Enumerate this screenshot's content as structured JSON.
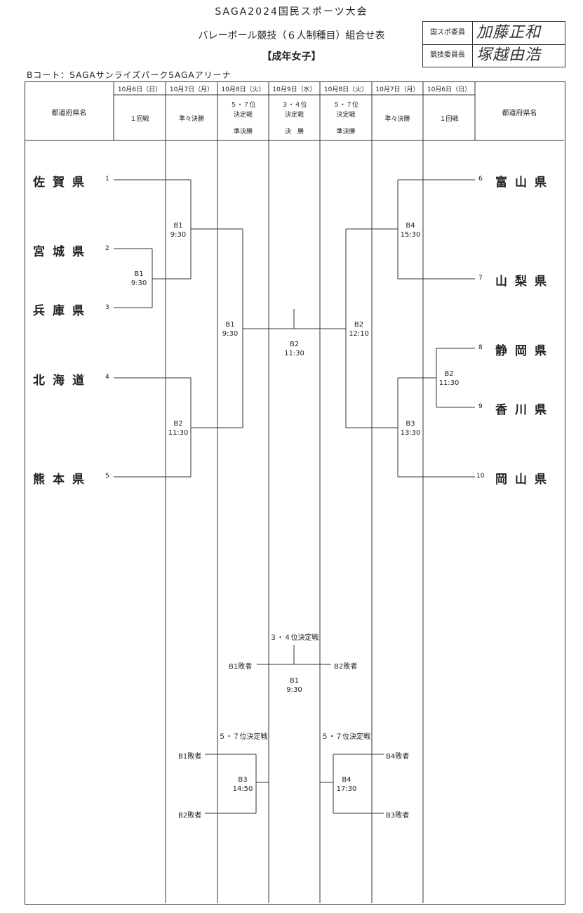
{
  "title": {
    "line1": "SAGA2024国民スポーツ大会",
    "line2": "バレーボール競技（６人制種目）組合せ表",
    "line3": "【成年女子】"
  },
  "court": "Bコート：SAGAサンライズパークSAGAアリーナ",
  "signatures": [
    {
      "label": "国スポ委員",
      "signature": "加藤正和"
    },
    {
      "label": "競技委員長",
      "signature": "塚越由浩"
    }
  ],
  "header": {
    "pref_left": "都道府県名",
    "pref_right": "都道府県名",
    "columns": [
      {
        "date": "10月6日（日）",
        "round": "１回戦"
      },
      {
        "date": "10月7日（月）",
        "round": "準々決勝"
      },
      {
        "date": "10月8日（火）",
        "round_top": "５・７位",
        "round_mid": "決定戦",
        "round": "準決勝"
      },
      {
        "date": "10月9日（水）",
        "round_top": "３・４位",
        "round_mid": "決定戦",
        "round": "決　勝"
      },
      {
        "date": "10月8日（火）",
        "round_top": "５・７位",
        "round_mid": "決定戦",
        "round": "準決勝"
      },
      {
        "date": "10月7日（月）",
        "round": "準々決勝"
      },
      {
        "date": "10月6日（日）",
        "round": "１回戦"
      }
    ]
  },
  "teams_left": [
    {
      "num": "1",
      "name": "佐賀県"
    },
    {
      "num": "2",
      "name": "宮城県"
    },
    {
      "num": "3",
      "name": "兵庫県"
    },
    {
      "num": "4",
      "name": "北海道"
    },
    {
      "num": "5",
      "name": "熊本県"
    }
  ],
  "teams_right": [
    {
      "num": "6",
      "name": "富山県"
    },
    {
      "num": "7",
      "name": "山梨県"
    },
    {
      "num": "8",
      "name": "静岡県"
    },
    {
      "num": "9",
      "name": "香川県"
    },
    {
      "num": "10",
      "name": "岡山県"
    }
  ],
  "matches": {
    "l_r1": {
      "court": "B1",
      "time": "9:30"
    },
    "l_qf1": {
      "court": "B1",
      "time": "9:30"
    },
    "l_qf2": {
      "court": "B2",
      "time": "11:30"
    },
    "l_sf": {
      "court": "B1",
      "time": "9:30"
    },
    "final": {
      "court": "B2",
      "time": "11:30"
    },
    "r_sf": {
      "court": "B2",
      "time": "12:10"
    },
    "r_qf1": {
      "court": "B4",
      "time": "15:30"
    },
    "r_r1": {
      "court": "B2",
      "time": "11:30"
    },
    "r_qf2": {
      "court": "B3",
      "time": "13:30"
    },
    "third": {
      "court": "B1",
      "time": "9:30"
    },
    "fifth_l": {
      "court": "B3",
      "time": "14:50"
    },
    "fifth_r": {
      "court": "B4",
      "time": "17:30"
    }
  },
  "third_place": {
    "title": "３・４位決定戦",
    "left": "B1敗者",
    "right": "B2敗者"
  },
  "fifth_place_left": {
    "title": "５・７位決定戦",
    "top": "B1敗者",
    "bottom": "B2敗者"
  },
  "fifth_place_right": {
    "title": "５・７位決定戦",
    "top": "B4敗者",
    "bottom": "B3敗者"
  }
}
